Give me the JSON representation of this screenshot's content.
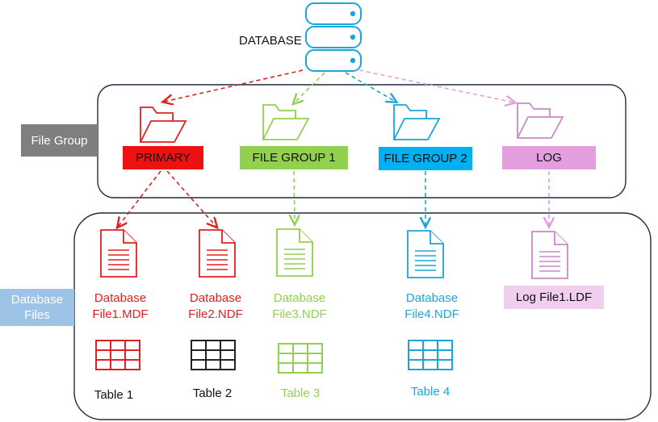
{
  "database": {
    "label": "DATABASE",
    "icon": "database-icon"
  },
  "sections": {
    "file_group": "File Group",
    "database_files_line1": "Database",
    "database_files_line2": "Files"
  },
  "filegroups": [
    {
      "label": "PRIMARY",
      "color": "#e02020",
      "text_color": "#111111",
      "icon": "folder-icon"
    },
    {
      "label": "FILE GROUP 1",
      "color": "#92d050",
      "text_color": "#111111",
      "icon": "folder-icon"
    },
    {
      "label": "FILE GROUP 2",
      "color": "#00b0f0",
      "text_color": "#111111",
      "icon": "folder-icon"
    },
    {
      "label": "LOG",
      "color": "#e39ee0",
      "text_color": "#111111",
      "icon": "folder-icon"
    }
  ],
  "files": [
    {
      "line1": "Database",
      "line2": "File1.MDF",
      "color": "#e02020",
      "icon": "document-icon"
    },
    {
      "line1": "Database",
      "line2": "File2.NDF",
      "color": "#e02020",
      "icon": "document-icon"
    },
    {
      "line1": "Database",
      "line2": "File3.NDF",
      "color": "#92d050",
      "icon": "document-icon"
    },
    {
      "line1": "Database",
      "line2": "File4.NDF",
      "color": "#1ba6d8",
      "icon": "document-icon"
    },
    {
      "label": "Log File1.LDF",
      "color": "#e39ee0",
      "icon": "document-icon"
    }
  ],
  "tables": [
    {
      "label": "Table 1",
      "color": "#e02020",
      "text_color": "#111111",
      "icon": "table-icon"
    },
    {
      "label": "Table 2",
      "color": "#222222",
      "text_color": "#111111",
      "icon": "table-icon"
    },
    {
      "label": "Table 3",
      "color": "#92d050",
      "text_color": "#92d050",
      "icon": "table-icon"
    },
    {
      "label": "Table 4",
      "color": "#1ba6d8",
      "text_color": "#1ba6d8",
      "icon": "table-icon"
    }
  ]
}
